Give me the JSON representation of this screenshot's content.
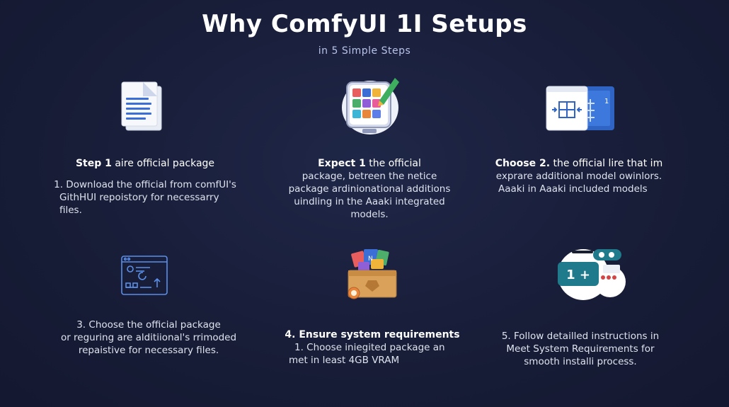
{
  "title": "Why ComfyUI 1I Setups",
  "subtitle": "in 5 Simple Steps",
  "colors": {
    "background": "#181d38",
    "accent_blue": "#3b6fd6",
    "teal": "#1f7a8c",
    "orange": "#e59a3a"
  },
  "cards": [
    {
      "icon": "document-icon",
      "heading_bold": "Step 1",
      "heading_rest": " aire official package",
      "lines": [
        "1. Download the official from comfUI's",
        "GithHUI repoistory for necessarry",
        "files."
      ]
    },
    {
      "icon": "palette-apps-icon",
      "heading_bold": "Expect 1",
      "heading_rest": " the official",
      "lines": [
        "package, betreen the netice",
        "package ardinionational additions",
        "uindling in the Aaaki integrated",
        "models."
      ]
    },
    {
      "icon": "grid-window-icon",
      "heading_bold": "Choose 2.",
      "heading_rest": " the official lire that im",
      "lines": [
        "exprare additional model owinlors.",
        "Aaaki in Aaaki included models"
      ]
    },
    {
      "icon": "browser-window-icon",
      "heading_bold": "",
      "heading_rest": "",
      "lines": [
        "3. Choose the official package",
        "or reguring are alditiional's rrimoded",
        "repaistive for necessary files."
      ]
    },
    {
      "icon": "toolbox-icon",
      "heading_bold": "4. Ensure system requirements",
      "heading_rest": "",
      "lines": [
        "1. Choose iniegited package an",
        "met in  least 4GB VRAM"
      ]
    },
    {
      "icon": "instructions-badge-icon",
      "heading_bold": "",
      "heading_rest": "",
      "lines": [
        "5. Follow detailled instructions in",
        "Meet System Requirements for",
        "smooth installi process."
      ]
    }
  ],
  "icon_labels": {
    "badge_text": "1 +"
  }
}
